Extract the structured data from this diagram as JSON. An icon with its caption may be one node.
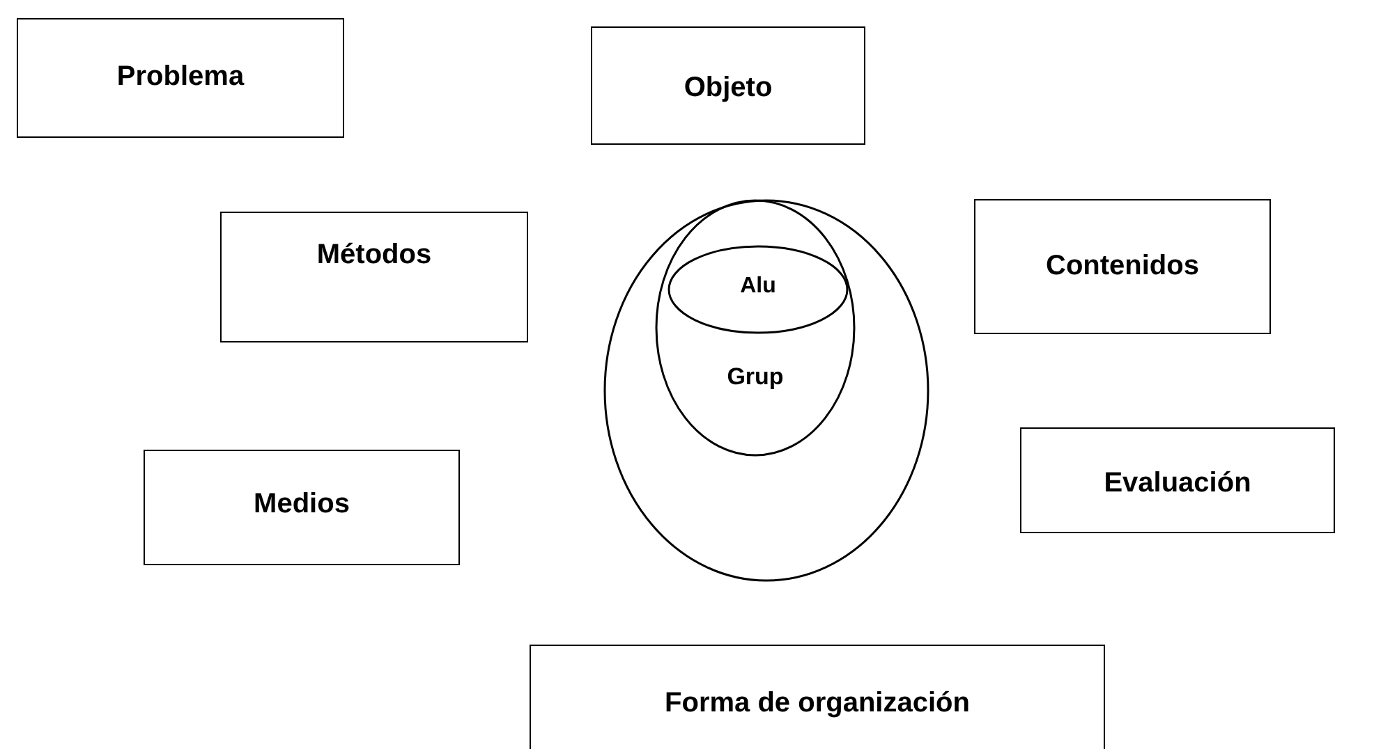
{
  "diagram": {
    "nodes": [
      {
        "text": [
          "Problema"
        ]
      },
      {
        "text": [
          "Objeto"
        ]
      },
      {
        "text": [
          "Métodos"
        ]
      },
      {
        "text": [
          "Contenidos"
        ]
      },
      {
        "text": [],
        "shape": "ellipse"
      },
      {
        "text": [
          "Grup"
        ],
        "in": 4
      },
      {
        "text": [
          "Alu"
        ],
        "in": 5
      },
      {
        "text": [
          "Medios"
        ]
      },
      {
        "text": [
          "Evaluación"
        ]
      },
      {
        "text": [
          "Forma de organización"
        ]
      }
    ]
  }
}
